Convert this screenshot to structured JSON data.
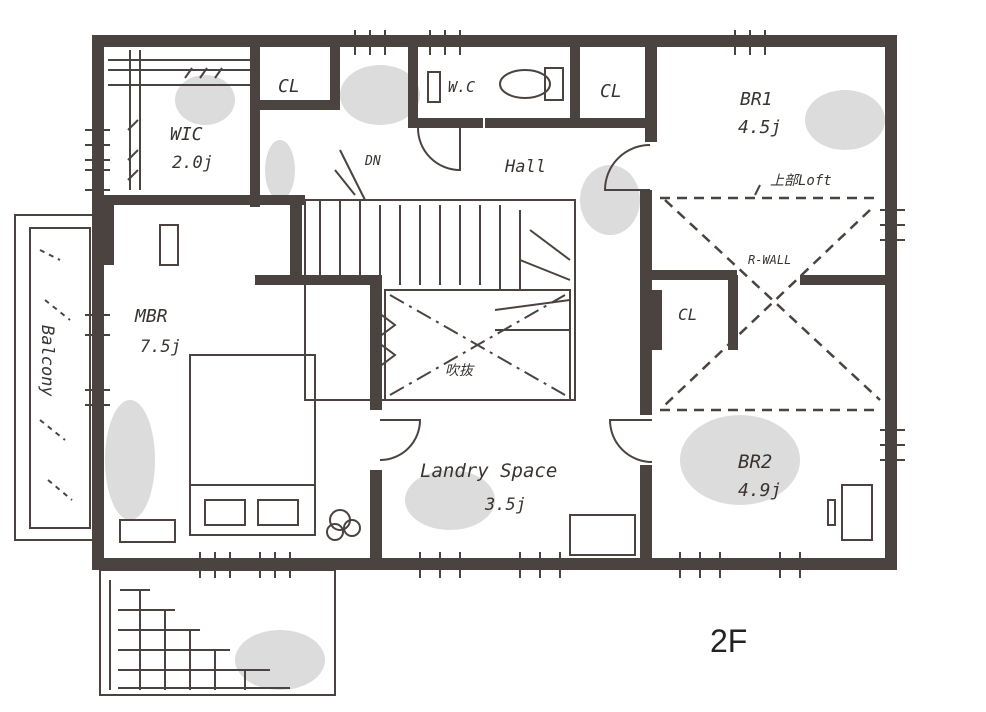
{
  "floor_label": "2F",
  "rooms": {
    "wic": {
      "name": "WIC",
      "size": "2.0j"
    },
    "cl_top_left": {
      "name": "CL"
    },
    "wc": {
      "name": "W.C"
    },
    "cl_top_right": {
      "name": "CL"
    },
    "br1": {
      "name": "BR1",
      "size": "4.5j"
    },
    "hall": {
      "name": "Hall"
    },
    "dn": {
      "name": "DN"
    },
    "loft_note": {
      "name": "上部Loft"
    },
    "rwall": {
      "name": "R-WALL"
    },
    "mbr": {
      "name": "MBR",
      "size": "7.5j"
    },
    "cl_mid": {
      "name": "CL"
    },
    "void": {
      "name": "吹抜"
    },
    "balcony": {
      "name": "Balcony"
    },
    "laundry": {
      "name": "Landry Space",
      "size": "3.5j"
    },
    "br2": {
      "name": "BR2",
      "size": "4.9j"
    }
  },
  "colors": {
    "wall": "#4a4340",
    "shade": "#dcdcdc",
    "text": "#3a3431"
  }
}
